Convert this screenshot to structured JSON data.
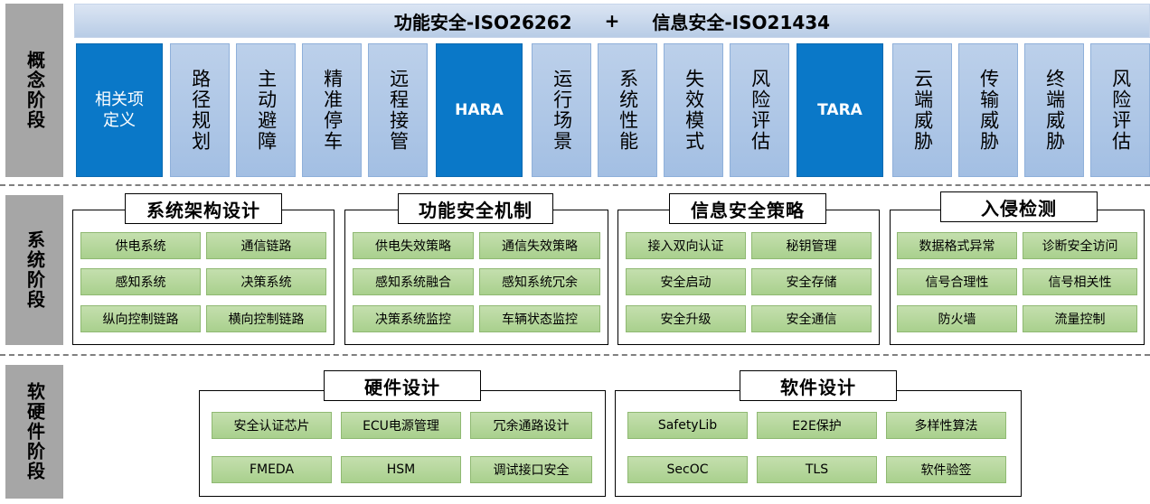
{
  "stages": [
    "概念阶段",
    "系统阶段",
    "软硬件阶段"
  ],
  "banner": {
    "left": "功能安全-ISO26262",
    "plus": "+",
    "right": "信息安全-ISO21434"
  },
  "concept": {
    "item_definition": "相关项定义",
    "item_definition_lines": [
      "相关项",
      "定义"
    ],
    "functions": [
      "路径规划",
      "主动避障",
      "精准停车",
      "远程接管"
    ],
    "hara": "HARA",
    "hara_items": [
      "运行场景",
      "系统性能",
      "失效模式",
      "风险评估"
    ],
    "tara": "TARA",
    "tara_items": [
      "云端威胁",
      "传输威胁",
      "终端威胁",
      "风险评估"
    ]
  },
  "system": [
    {
      "title": "系统架构设计",
      "items": [
        "供电系统",
        "通信链路",
        "感知系统",
        "决策系统",
        "纵向控制链路",
        "横向控制链路"
      ]
    },
    {
      "title": "功能安全机制",
      "items": [
        "供电失效策略",
        "通信失效策略",
        "感知系统融合",
        "感知系统冗余",
        "决策系统监控",
        "车辆状态监控"
      ]
    },
    {
      "title": "信息安全策略",
      "items": [
        "接入双向认证",
        "秘钥管理",
        "安全启动",
        "安全存储",
        "安全升级",
        "安全通信"
      ]
    },
    {
      "title": "入侵检测",
      "items": [
        "数据格式异常",
        "诊断安全访问",
        "信号合理性",
        "信号相关性",
        "防火墙",
        "流量控制"
      ]
    }
  ],
  "swhw": [
    {
      "title": "硬件设计",
      "items": [
        "安全认证芯片",
        "ECU电源管理",
        "冗余通路设计",
        "FMEDA",
        "HSM",
        "调试接口安全"
      ]
    },
    {
      "title": "软件设计",
      "items": [
        "SafetyLib",
        "E2E保护",
        "多样性算法",
        "SecOC",
        "TLS",
        "软件验签"
      ]
    }
  ]
}
